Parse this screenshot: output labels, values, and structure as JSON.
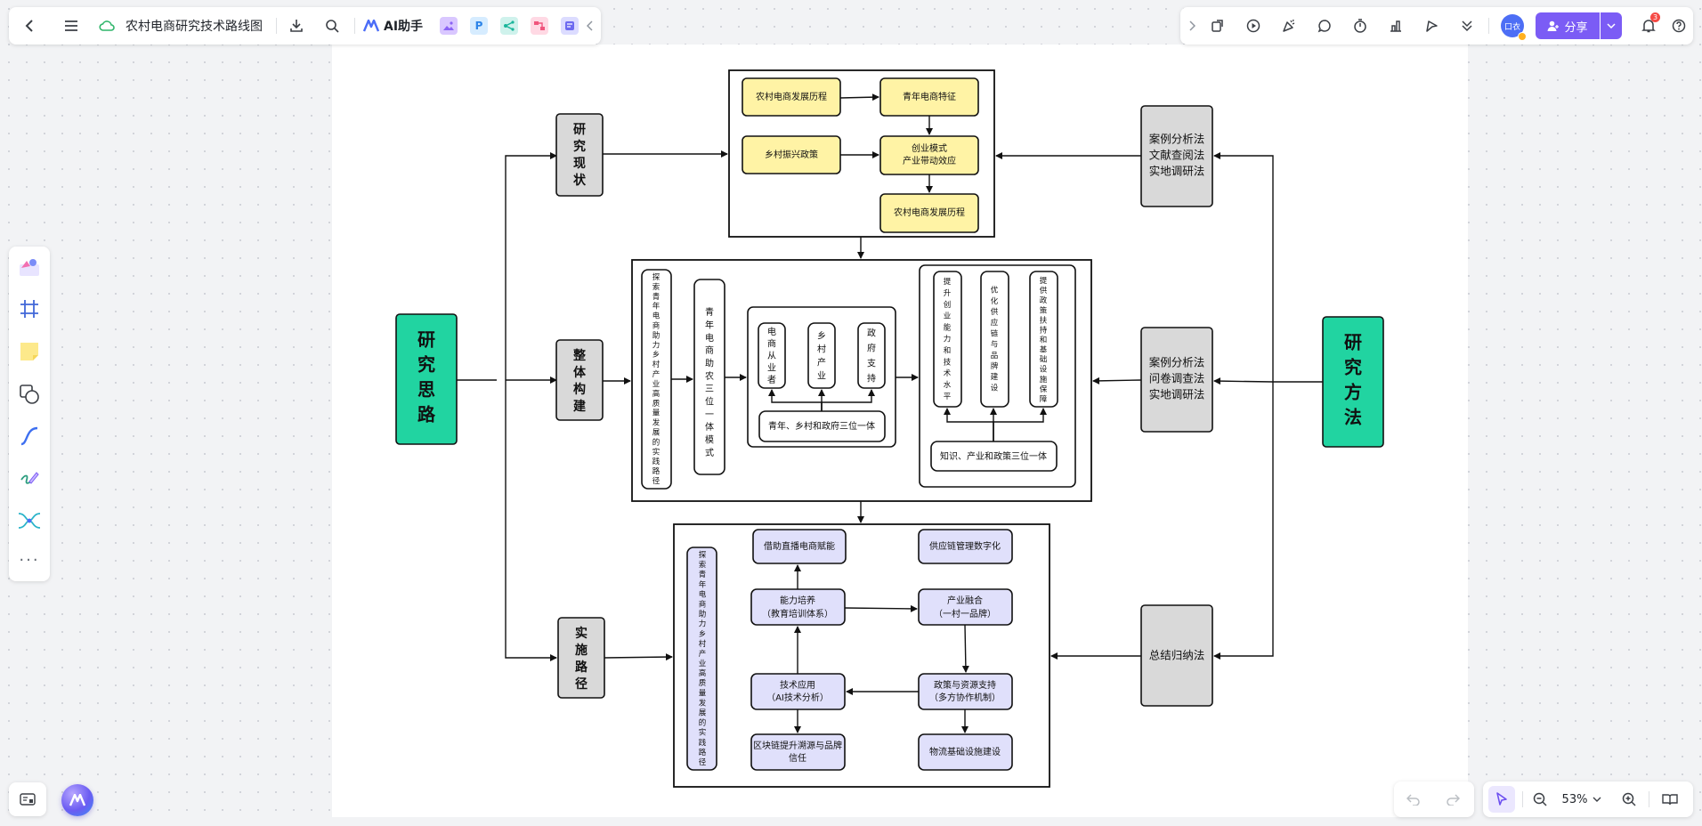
{
  "app": {
    "doc_title": "农村电商研究技术路线图",
    "ai_label": "AI助手",
    "share_label": "分享",
    "avatar_text": "口衣",
    "notif_count": "3",
    "zoom": "53%"
  },
  "left_tools": [
    "template-gallery-icon",
    "frame-icon",
    "sticky-note-icon",
    "shape-icon",
    "connector-icon",
    "pen-icon",
    "mind-map-icon",
    "more-icon"
  ],
  "diagram": {
    "left_main": [
      "研",
      "究",
      "思",
      "路"
    ],
    "right_main": [
      "研",
      "究",
      "方",
      "法"
    ],
    "stage1": [
      "研",
      "究",
      "现",
      "状"
    ],
    "stage2": [
      "整",
      "体",
      "构",
      "建"
    ],
    "stage3": [
      "实",
      "施",
      "路",
      "径"
    ],
    "method1": [
      "案例分析法",
      "文献查阅法",
      "实地调研法"
    ],
    "method2": [
      "案例分析法",
      "问卷调查法",
      "实地调研法"
    ],
    "method3": [
      "总结归纳法"
    ],
    "top": {
      "a": "农村电商发展历程",
      "b": "青年电商特征",
      "c": "乡村振兴政策",
      "d1": "创业模式",
      "d2": "产业带动效应",
      "e": "农村电商发展历程"
    },
    "mid": {
      "v1": "探索青年电商助力乡村产业高质量发展的实践路径",
      "v2": "青年电商助农三位一体模式",
      "p1": "电商从业者",
      "p2": "乡村产业",
      "p3": "政府支持",
      "trinity1": "青年、乡村和政府三位一体",
      "q1": "提升创业能力和技术水平",
      "q2": "优化供应链与品牌建设",
      "q3": "提供政策扶持和基础设施保障",
      "trinity2": "知识、产业和政策三位一体"
    },
    "bot": {
      "v": "探索青年电商助力乡村产业高质量发展的实践路径",
      "live": "借助直播电商赋能",
      "supply": "供应链管理数字化",
      "ability1": "能力培养",
      "ability2": "（教育培训体系）",
      "industry1": "产业融合",
      "industry2": "（一村一品牌）",
      "tech1": "技术应用",
      "tech2": "（AI技术分析）",
      "policy1": "政策与资源支持",
      "policy2": "（多方协作机制）",
      "chain1": "区块链提升溯源与品牌",
      "chain2": "信任",
      "logistics": "物流基础设施建设"
    }
  },
  "colors": {
    "green": "#21d4a1",
    "yellow": "#fff3a5",
    "lav": "#e0e0fb",
    "gray": "#d9d9d9",
    "accent": "#7b5cf5"
  }
}
